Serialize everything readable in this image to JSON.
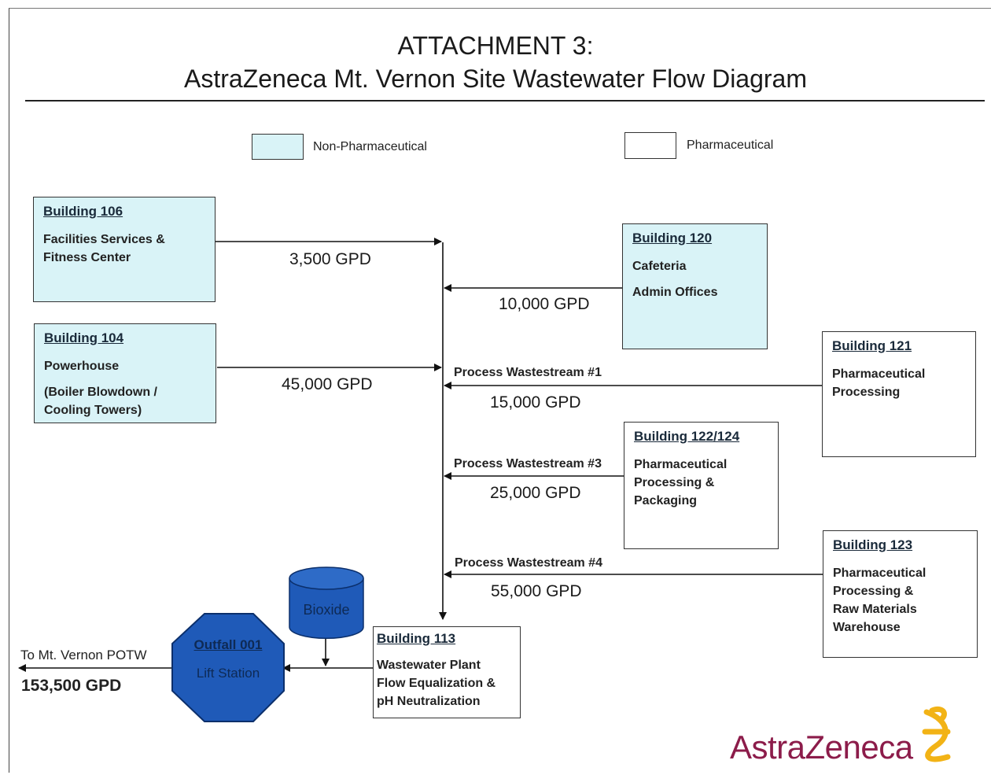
{
  "title": {
    "line1": "ATTACHMENT 3:",
    "line2": "AstraZeneca Mt. Vernon Site Wastewater Flow Diagram"
  },
  "legend": {
    "non_pharma": "Non-Pharmaceutical",
    "pharma": "Pharmaceutical",
    "non_pharma_color": "#d9f3f7",
    "pharma_color": "#ffffff"
  },
  "buildings": {
    "b106": {
      "name": "Building 106",
      "lines": [
        "Facilities Services &",
        "Fitness Center"
      ]
    },
    "b104": {
      "name": "Building 104",
      "lines": [
        "Powerhouse",
        "(Boiler Blowdown /",
        "Cooling Towers)"
      ]
    },
    "b120": {
      "name": "Building 120",
      "lines": [
        "Cafeteria",
        "Admin Offices"
      ]
    },
    "b121": {
      "name": "Building 121",
      "lines": [
        "Pharmaceutical",
        "Processing"
      ]
    },
    "b122": {
      "name": "Building 122/124",
      "lines": [
        "Pharmaceutical",
        "Processing &",
        "Packaging"
      ]
    },
    "b123": {
      "name": "Building 123",
      "lines": [
        "Pharmaceutical",
        "Processing &",
        "Raw Materials",
        "Warehouse"
      ]
    },
    "b113": {
      "name": "Building 113",
      "lines": [
        "Wastewater Plant",
        "Flow Equalization &",
        "pH Neutralization"
      ]
    }
  },
  "flows": {
    "b106": "3,500 GPD",
    "b120": "10,000 GPD",
    "b104": "45,000 GPD",
    "b121": "15,000 GPD",
    "b122": "25,000 GPD",
    "b123": "55,000 GPD"
  },
  "streams": {
    "s1": "Process Wastestream #1",
    "s3": "Process Wastestream #3",
    "s4": "Process Wastestream #4"
  },
  "bioxide": "Bioxide",
  "outfall": {
    "name": "Outfall 001",
    "sub": "Lift Station",
    "color": "#1f5ab8"
  },
  "potw": {
    "label": "To Mt. Vernon POTW",
    "total": "153,500 GPD"
  },
  "logo": {
    "text": "AstraZeneca",
    "text_color": "#8c1c4a",
    "mark_color": "#f2b316"
  }
}
